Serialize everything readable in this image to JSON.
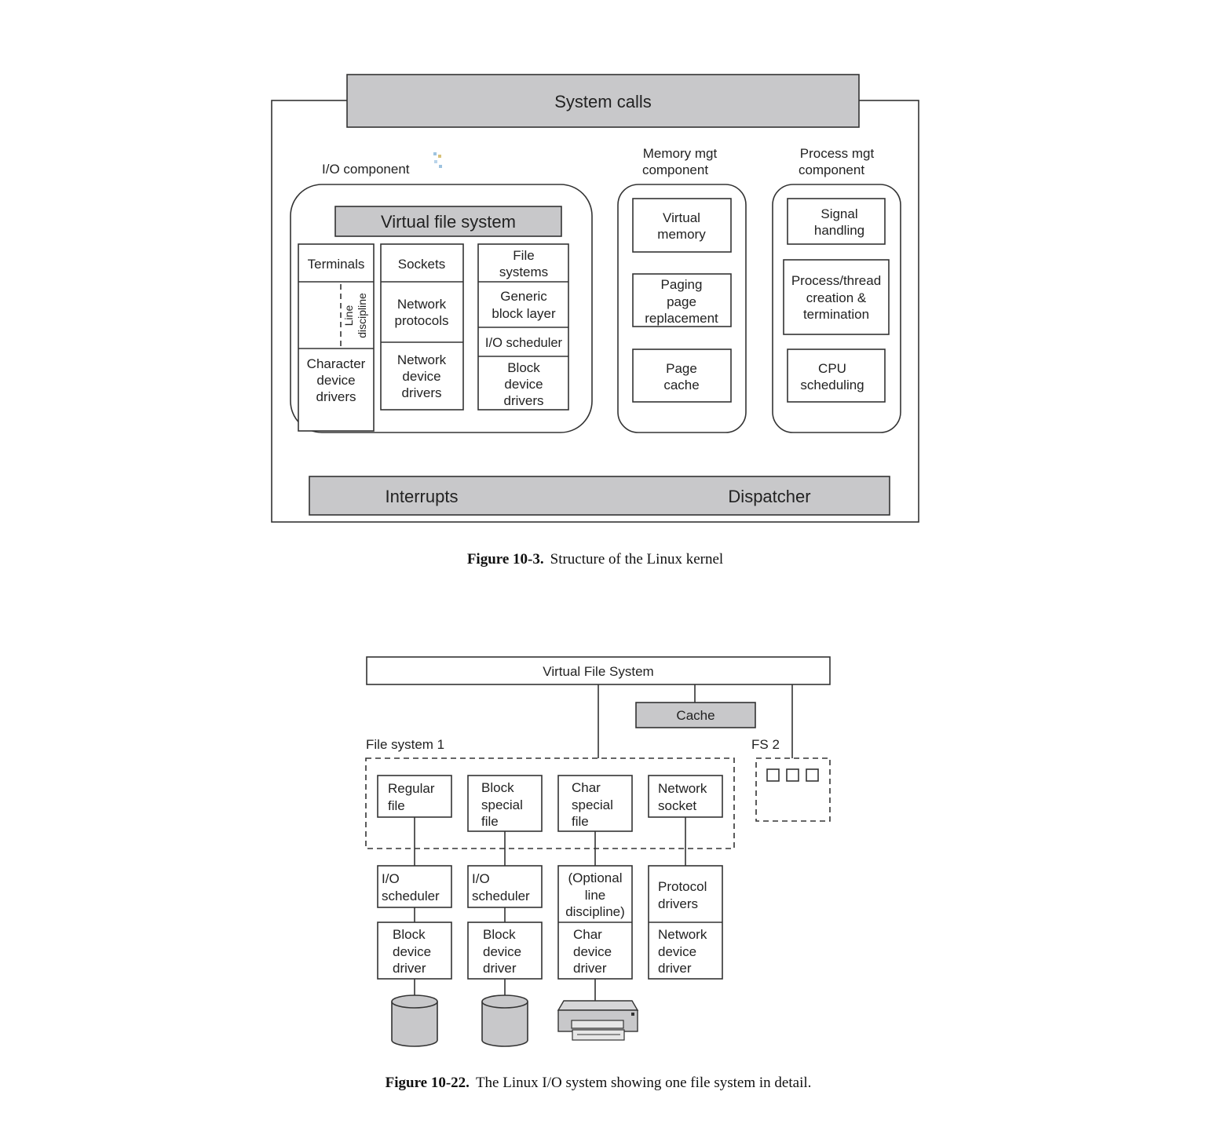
{
  "figure1": {
    "system_calls": "System calls",
    "io_component": "I/O component",
    "memory_component": [
      "Memory mgt",
      "component"
    ],
    "process_component": [
      "Process mgt",
      "component"
    ],
    "vfs": "Virtual file system",
    "terminals": "Terminals",
    "line_discipline": [
      "Line",
      "discipline"
    ],
    "char_drivers": [
      "Character",
      "device",
      "drivers"
    ],
    "sockets": "Sockets",
    "network_protocols": [
      "Network",
      "protocols"
    ],
    "network_drivers": [
      "Network",
      "device",
      "drivers"
    ],
    "file_systems": [
      "File",
      "systems"
    ],
    "generic_block": [
      "Generic",
      "block layer"
    ],
    "io_scheduler": "I/O scheduler",
    "block_drivers": [
      "Block",
      "device",
      "drivers"
    ],
    "virtual_memory": [
      "Virtual",
      "memory"
    ],
    "paging": [
      "Paging",
      "page",
      "replacement"
    ],
    "page_cache": [
      "Page",
      "cache"
    ],
    "signal_handling": [
      "Signal",
      "handling"
    ],
    "process_creation": [
      "Process/thread",
      "creation &",
      "termination"
    ],
    "cpu_scheduling": [
      "CPU",
      "scheduling"
    ],
    "interrupts": "Interrupts",
    "dispatcher": "Dispatcher",
    "caption_bold": "Figure 10-3.",
    "caption_text": "Structure of the Linux kernel"
  },
  "figure2": {
    "vfs": "Virtual File System",
    "cache": "Cache",
    "fs1": "File system 1",
    "fs2": "FS 2",
    "regular_file": [
      "Regular",
      "file"
    ],
    "block_special": [
      "Block",
      "special",
      "file"
    ],
    "char_special": [
      "Char",
      "special",
      "file"
    ],
    "network_socket": [
      "Network",
      "socket"
    ],
    "io_sched_1": [
      "I/O",
      "scheduler"
    ],
    "io_sched_2": [
      "I/O",
      "scheduler"
    ],
    "optional_line": [
      "(Optional",
      "line",
      "discipline)"
    ],
    "protocol_drivers": [
      "Protocol",
      "drivers"
    ],
    "block_driver_1": [
      "Block",
      "device",
      "driver"
    ],
    "block_driver_2": [
      "Block",
      "device",
      "driver"
    ],
    "char_driver": [
      "Char",
      "device",
      "driver"
    ],
    "network_driver": [
      "Network",
      "device",
      "driver"
    ],
    "disk_1_icon": "disk-icon",
    "disk_2_icon": "disk-icon",
    "printer_icon": "printer-icon",
    "caption_bold": "Figure 10-22.",
    "caption_text": "The Linux I/O system showing one file system in detail."
  }
}
